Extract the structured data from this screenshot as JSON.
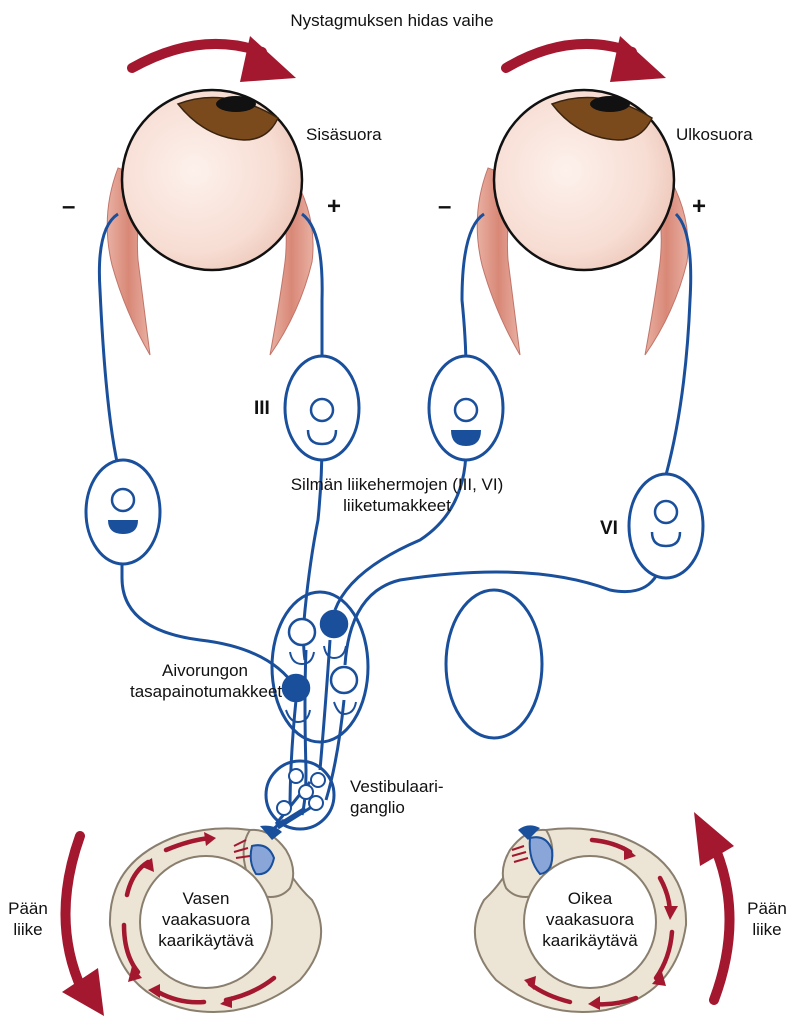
{
  "labels": {
    "title": "Nystagmuksen hidas vaihe",
    "medial_rectus": "Sisäsuora",
    "lateral_rectus": "Ulkosuora",
    "minus_left": "–",
    "plus_left": "+",
    "minus_right": "–",
    "plus_right": "+",
    "nerve_III": "III",
    "nerve_VI": "VI",
    "motor_nuclei": "Silmän liikehermojen (III, VI)\nliiketumakkeet",
    "vestibular_nuclei": "Aivorungon\ntasapainotumakkeet",
    "vestibular_ganglion": "Vestibulaari-\nganglio",
    "left_canal": "Vasen\nvaakasuora\nkaarikäytävä",
    "right_canal": "Oikea\nvaakasuora\nkaarikäytävä",
    "head_movement_left": "Pään\nliike",
    "head_movement_right": "Pään\nliike"
  },
  "colors": {
    "nerve": "#1a4f9c",
    "arrow": "#a3172f",
    "muscle": "#d98f80",
    "eyeball": "#f7ddd3",
    "iris": "#7a4a1c",
    "canal": "#ece4d4",
    "canal_outline": "#8a7f6e",
    "cupula": "#8aa6d8"
  }
}
